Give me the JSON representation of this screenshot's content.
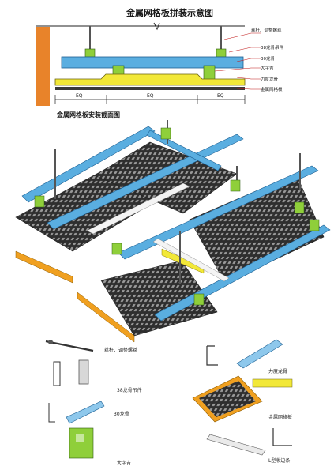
{
  "title": "金属网格板拼装示意图",
  "install_title": "金属网格板安装截面图",
  "section_labels": {
    "rod": "丝杆、调整螺丝",
    "keel38": "38龙骨吊件",
    "keel30": "30龙骨",
    "big_clip": "大字吉",
    "strong_keel": "力度龙骨",
    "panel": "金属网格板"
  },
  "dimensions": {
    "eq1": "EQ",
    "eq2": "EQ",
    "eq3": "EQ"
  },
  "parts": {
    "rod": "丝杆、调整螺丝",
    "strong_keel": "力度龙骨",
    "hanger38": "38龙骨吊件",
    "keel30": "30龙骨",
    "panel": "金属网格板",
    "big_clip": "大字吉",
    "l_edge": "L型收边条"
  },
  "colors": {
    "wall": "#e8832a",
    "beam": "#5aaee0",
    "clip": "#8fcf3a",
    "panel_yellow": "#f2e838",
    "grid_dark": "#3a3a3a",
    "edge_orange": "#f0a020"
  }
}
